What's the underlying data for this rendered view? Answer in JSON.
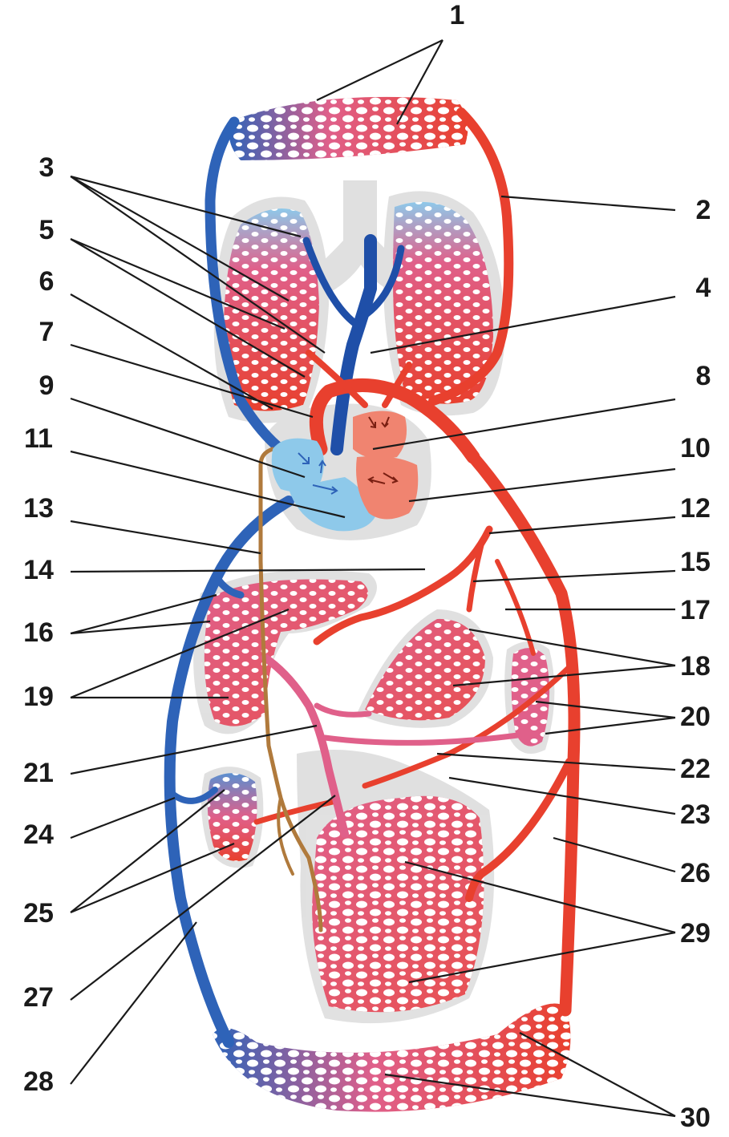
{
  "colors": {
    "oxygenated": "#e8402e",
    "deoxygenated": "#2e63b8",
    "mixed": "#e0608a",
    "light_blue": "#8ec9ea",
    "light_red": "#f08470",
    "lymph": "#b07a3c",
    "shadow": "#d9d9d9",
    "label": "#1a1a1a"
  },
  "labels": {
    "l1": "1",
    "l2": "2",
    "l3": "3",
    "l4": "4",
    "l5": "5",
    "l6": "6",
    "l7": "7",
    "l8": "8",
    "l9": "9",
    "l10": "10",
    "l11": "11",
    "l12": "12",
    "l13": "13",
    "l14": "14",
    "l15": "15",
    "l16": "16",
    "l17": "17",
    "l18": "18",
    "l19": "19",
    "l20": "20",
    "l21": "21",
    "l22": "22",
    "l23": "23",
    "l24": "24",
    "l25": "25",
    "l26": "26",
    "l27": "27",
    "l28": "28",
    "l29": "29",
    "l30": "30"
  }
}
